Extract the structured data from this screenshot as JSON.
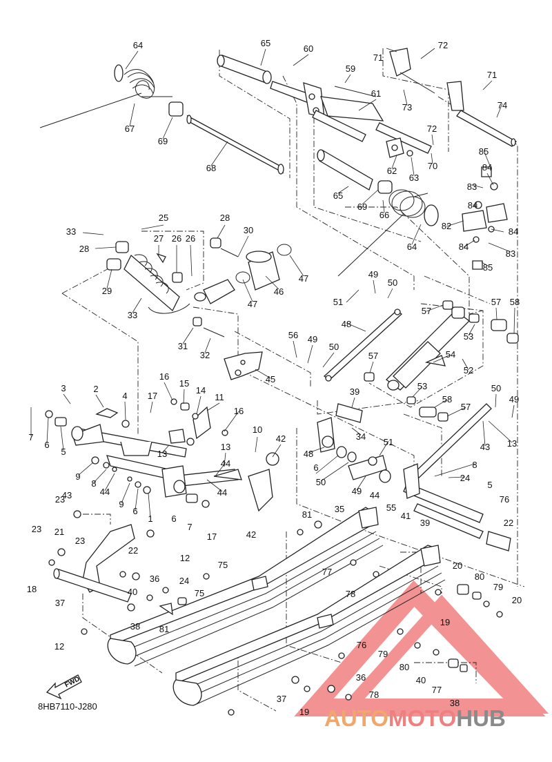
{
  "diagram": {
    "code": "8HB7110-J280",
    "fwd_label": "FWD",
    "watermark": {
      "part1": "AUTO",
      "part2": "MOTO",
      "part3": "HUB",
      "color_orange": "#f1a66b",
      "color_red": "#f08080",
      "color_gray": "#8a8a8a"
    },
    "part_numbers": [
      "64",
      "65",
      "60",
      "71",
      "72",
      "59",
      "61",
      "71",
      "67",
      "69",
      "68",
      "73",
      "74",
      "72",
      "62",
      "63",
      "70",
      "85",
      "84",
      "65",
      "69",
      "66",
      "83",
      "84",
      "82",
      "84",
      "64",
      "84",
      "83",
      "85",
      "25",
      "28",
      "30",
      "33",
      "27",
      "26",
      "26",
      "28",
      "29",
      "47",
      "46",
      "47",
      "33",
      "49",
      "50",
      "51",
      "57",
      "58",
      "57",
      "31",
      "32",
      "48",
      "53",
      "56",
      "49",
      "50",
      "54",
      "45",
      "57",
      "52",
      "53",
      "16",
      "15",
      "14",
      "11",
      "3",
      "2",
      "4",
      "17",
      "16",
      "39",
      "58",
      "57",
      "50",
      "49",
      "7",
      "6",
      "5",
      "13",
      "13",
      "10",
      "42",
      "34",
      "51",
      "13",
      "44",
      "48",
      "43",
      "6",
      "9",
      "8",
      "44",
      "50",
      "8",
      "9",
      "6",
      "1",
      "44",
      "49",
      "24",
      "23",
      "43",
      "44",
      "55",
      "5",
      "6",
      "7",
      "17",
      "42",
      "41",
      "76",
      "81",
      "35",
      "39",
      "22",
      "23",
      "21",
      "23",
      "22",
      "12",
      "75",
      "77",
      "20",
      "18",
      "37",
      "36",
      "24",
      "40",
      "75",
      "78",
      "80",
      "79",
      "20",
      "38",
      "81",
      "19",
      "12",
      "76",
      "79",
      "80",
      "40",
      "36",
      "78",
      "77",
      "38",
      "37",
      "19"
    ]
  }
}
